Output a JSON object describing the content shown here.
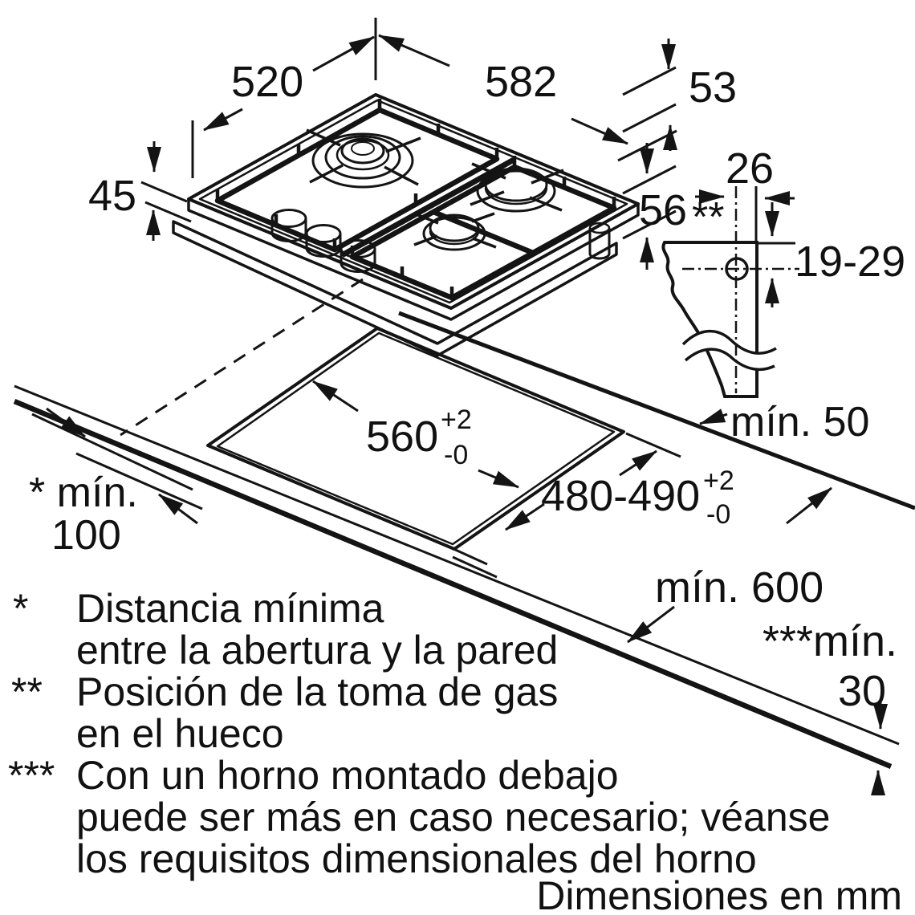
{
  "colors": {
    "line": "#141414",
    "burner_fill": "#c7cac7",
    "burner_top": "#d4d6d3",
    "background": "#ffffff"
  },
  "dimensions": {
    "width": "582",
    "depth": "520",
    "total_height": "53",
    "below_worktop": "45",
    "gas_position": "56",
    "gas_position_ref": "**",
    "gas_detail_offset": "26",
    "gas_detail_range": "19-29",
    "min_rear_clearance": "mín. 50",
    "cutout_width": "560",
    "cutout_width_tol_up": "+2",
    "cutout_width_tol_dn": "-0",
    "cutout_depth": "480-490",
    "cutout_depth_tol_up": "+2",
    "cutout_depth_tol_dn": "-0",
    "min_wall_label": "* mín.",
    "min_wall_value": "100",
    "min_worktop_depth": "mín. 600",
    "min_thickness_label": "***mín.",
    "min_thickness_value": "30"
  },
  "footnotes": {
    "f1_marker": "*",
    "f1_line1": "Distancia mínima",
    "f1_line2": "entre la abertura y la pared",
    "f2_marker": "**",
    "f2_line1": "Posición de la toma de gas",
    "f2_line2": "en el hueco",
    "f3_marker": "***",
    "f3_line1": "Con un horno montado debajo",
    "f3_line2": "puede ser más en caso necesario; véanse",
    "f3_line3": "los requisitos dimensionales del horno",
    "units": "Dimensiones en mm"
  }
}
